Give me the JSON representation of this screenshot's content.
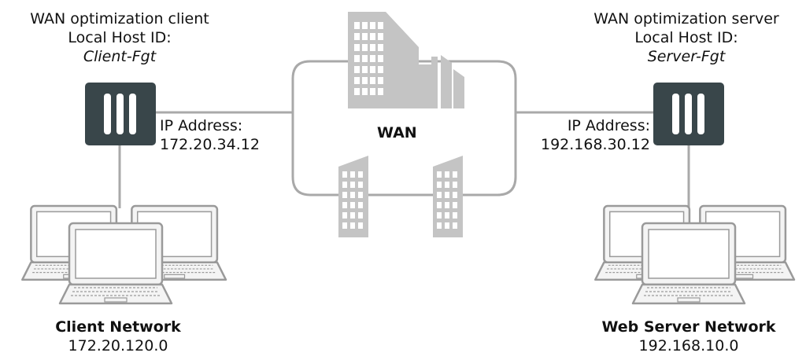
{
  "client": {
    "title": "WAN optimization client",
    "host_label": "Local Host ID:",
    "host_id": "Client-Fgt",
    "ip_label": "IP Address:",
    "ip_value": "172.20.34.12",
    "network_name": "Client Network",
    "network_addr": "172.20.120.0"
  },
  "server": {
    "title": "WAN optimization server",
    "host_label": "Local Host ID:",
    "host_id": "Server-Fgt",
    "ip_label": "IP Address:",
    "ip_value": "192.168.30.12",
    "network_name": "Web Server Network",
    "network_addr": "192.168.10.0"
  },
  "wan": {
    "label": "WAN"
  },
  "colors": {
    "device": "#39464a",
    "line": "#a9a9a9",
    "building": "#c4c4c4",
    "laptop_fill": "#f4f4f4",
    "laptop_stroke": "#9a9a9a"
  },
  "icons": [
    "fortigate-device-icon",
    "building-icon",
    "laptop-icon"
  ]
}
